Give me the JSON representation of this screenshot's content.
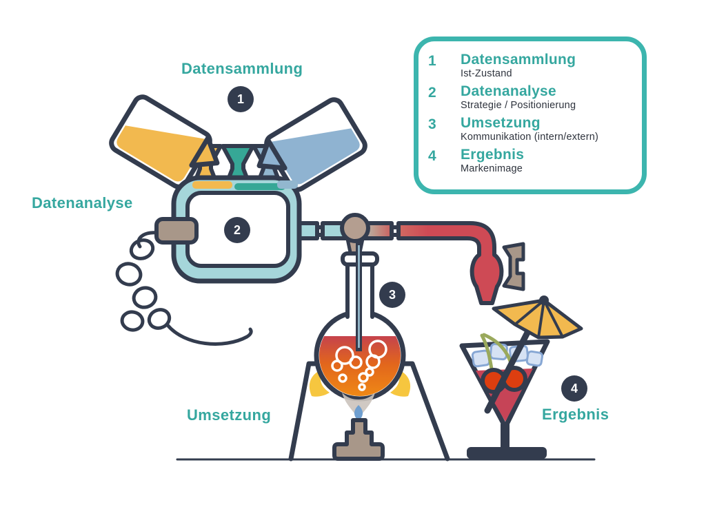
{
  "diagram": {
    "type": "process-infographic",
    "theme": "chemistry-distillation",
    "steps": [
      {
        "num": "1",
        "label": "Datensammlung",
        "description": "Ist-Zustand"
      },
      {
        "num": "2",
        "label": "Datenanalyse",
        "description": "Strategie / Positionierung"
      },
      {
        "num": "3",
        "label": "Umsetzung",
        "description": "Kommunikation (intern/extern)"
      },
      {
        "num": "4",
        "label": "Ergebnis",
        "description": "Markenimage"
      }
    ]
  },
  "colors": {
    "dark": "#333c4e",
    "teal-text": "#35a79f",
    "teal-border": "#3cb5ae",
    "light-teal": "#a5d6da",
    "funnel-teal": "#36a796",
    "funnel-blue": "#92b7cf",
    "liquid-blue": "#8fb3d1",
    "yellow": "#f2b94f",
    "taupe": "#a89789",
    "ball-taupe": "#b49e90",
    "pipe-red": "#ce4a55",
    "cocktail-red": "#c64457",
    "cherry-red": "#dd3e10",
    "stem-green": "#9aa95c",
    "ice-fill": "#d6e2f4",
    "ice-stroke": "#87a7d4",
    "flame-yellow": "#f6c63f",
    "flame-blue": "#6f9fd0",
    "flask-liquid-top": "#c4414f",
    "flask-liquid-bottom": "#f08c15"
  },
  "icons": [
    "beaker-yellow-icon",
    "beaker-blue-icon",
    "funnel-yellow-icon",
    "funnel-teal-icon",
    "funnel-blue-icon",
    "reactor-vessel-icon",
    "plug-icon",
    "cord-coil-icon",
    "pipe-junction-icon",
    "distillation-pipe-icon",
    "clamp-icon",
    "round-flask-icon",
    "drip-tube-icon",
    "stand-icon",
    "flame-icon",
    "bunsen-burner-icon",
    "cocktail-glass-icon",
    "ice-cubes-icon",
    "cherries-icon",
    "cocktail-stick-icon",
    "umbrella-icon",
    "ground-line"
  ]
}
